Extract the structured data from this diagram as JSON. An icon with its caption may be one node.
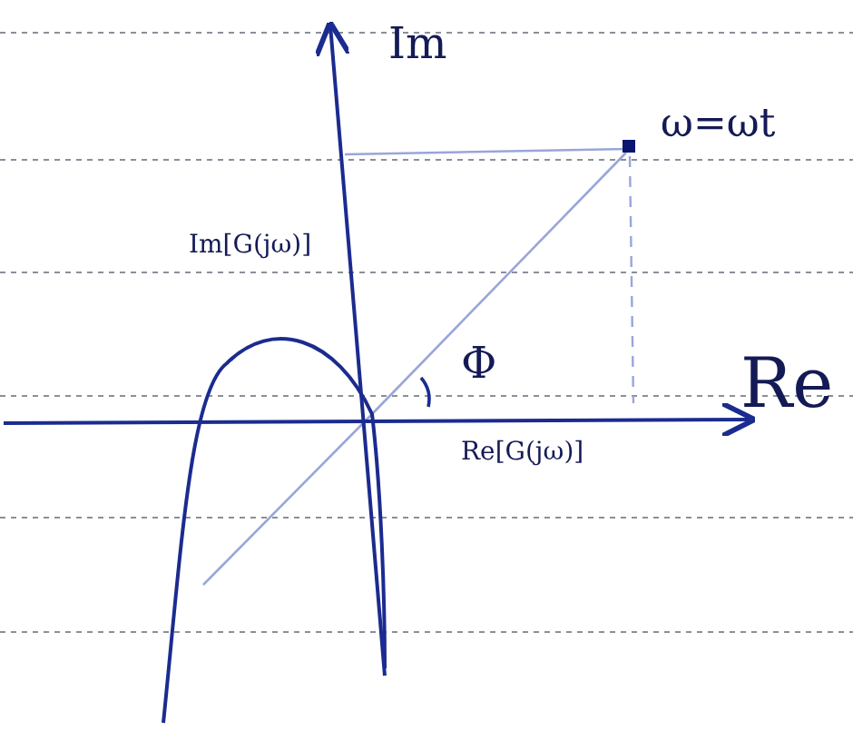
{
  "diagram": {
    "labels": [
      "Im",
      "ω=ωt",
      "Im[G(jω)]",
      "Φ",
      "Re",
      "Re[G(jω)]"
    ]
  }
}
